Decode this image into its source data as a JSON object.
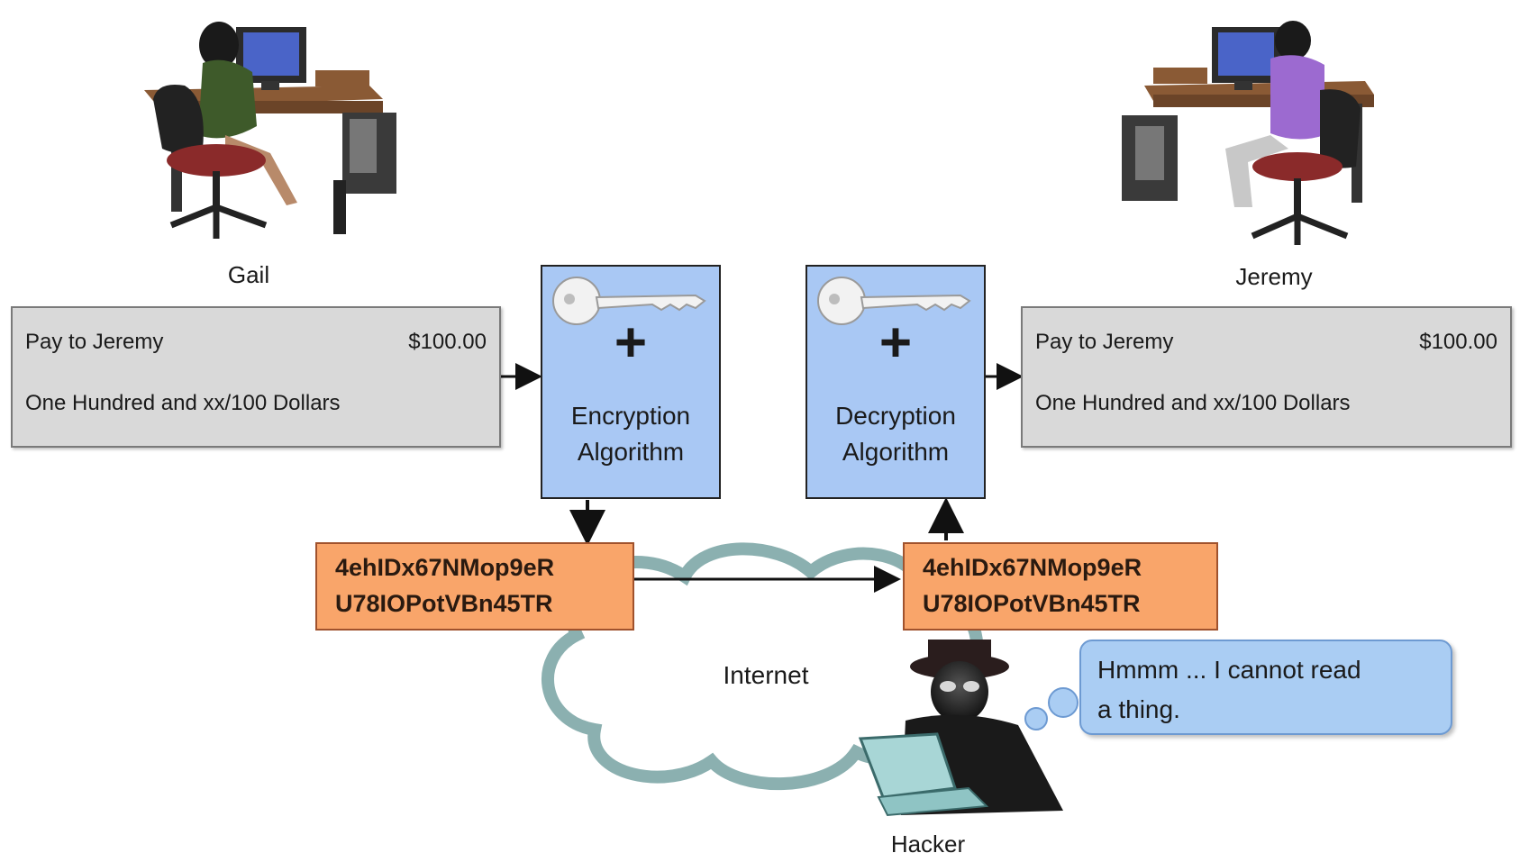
{
  "people": {
    "sender": "Gail",
    "receiver": "Jeremy",
    "attacker": "Hacker"
  },
  "check_left": {
    "payee": "Pay to Jeremy",
    "amount": "$100.00",
    "words": "One Hundred and xx/100 Dollars"
  },
  "check_right": {
    "payee": "Pay to Jeremy",
    "amount": "$100.00",
    "words": "One Hundred and xx/100 Dollars"
  },
  "encrypt": {
    "plus": "+",
    "line1": "Encryption",
    "line2": "Algorithm",
    "icon": "key-icon"
  },
  "decrypt": {
    "plus": "+",
    "line1": "Decryption",
    "line2": "Algorithm",
    "icon": "key-icon"
  },
  "cipher_left": {
    "line1": "4ehIDx67NMop9eR",
    "line2": "U78IOPotVBn45TR"
  },
  "cipher_right": {
    "line1": "4ehIDx67NMop9eR",
    "line2": "U78IOPotVBn45TR"
  },
  "cloud": {
    "label": "Internet"
  },
  "thought": {
    "line1": "Hmmm ... I cannot read",
    "line2": "a thing."
  },
  "colors": {
    "algo_fill": "#a9c8f4",
    "cipher_fill": "#f9a56a",
    "check_fill": "#d9d9d9",
    "bubble_fill": "#aacdf3",
    "cloud_stroke": "#7fa8a8"
  }
}
